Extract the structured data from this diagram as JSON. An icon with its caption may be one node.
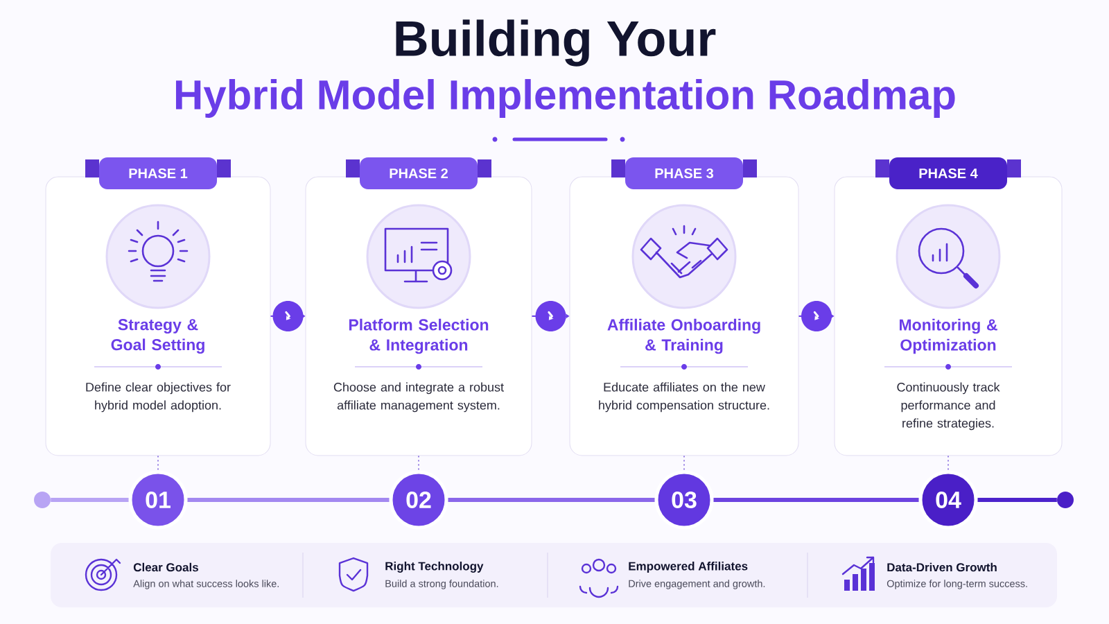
{
  "diagram": {
    "title": "Building Your",
    "nodes": [
      {
        "text": [
          "PHASE 1",
          "Strategy & Goal Setting",
          "Define clear objectives for hybrid model adoption."
        ]
      },
      {
        "text": [
          "PHASE 2",
          "Platform Selection & Integration",
          "Choose and integrate a robust affiliate management system."
        ]
      },
      {
        "text": [
          "PHASE 3",
          "Affiliate Onboarding & Training",
          "Educate affiliates on the new hybrid compensation structure."
        ]
      },
      {
        "text": [
          "PHASE 4",
          "Monitoring & Optimization",
          "Continuously track performance and refine strategies."
        ]
      },
      {
        "text": [],
        "shape": "circle"
      },
      {
        "text": [
          "01"
        ]
      },
      {
        "text": [
          "02"
        ]
      },
      {
        "text": [
          "03"
        ]
      },
      {
        "text": [
          "04"
        ]
      },
      {
        "text": [],
        "shape": "circle"
      }
    ],
    "edges": [
      {
        "from": 0,
        "to": 1,
        "arrow": "to"
      },
      {
        "from": 1,
        "to": 2,
        "arrow": "to"
      },
      {
        "from": 2,
        "to": 3,
        "arrow": "to"
      },
      {
        "from": 4,
        "to": 5,
        "arrow": "none",
        "style": "thick",
        "color": "#b8a4f4"
      },
      {
        "from": 5,
        "to": 6,
        "arrow": "none",
        "style": "thick",
        "color": "#a388f0"
      },
      {
        "from": 6,
        "to": 7,
        "arrow": "none",
        "style": "thick",
        "color": "#8a66ea"
      },
      {
        "from": 7,
        "to": 8,
        "arrow": "none",
        "style": "thick",
        "color": "#6c42e0"
      },
      {
        "from": 8,
        "to": 9,
        "arrow": "none",
        "style": "thick",
        "color": "#4c22cc"
      },
      {
        "from": 0,
        "to": 5,
        "arrow": "none",
        "style": "dashed"
      },
      {
        "from": 1,
        "to": 6,
        "arrow": "none",
        "style": "dashed"
      },
      {
        "from": 2,
        "to": 7,
        "arrow": "none",
        "style": "dashed"
      },
      {
        "from": 3,
        "to": 8,
        "arrow": "none",
        "style": "dashed"
      }
    ],
    "labels": [
      "Hybrid Model Implementation Roadmap",
      "Clear Goals",
      "Align on what success looks like.",
      "Right Technology",
      "Build a strong foundation.",
      "Empowered Affiliates",
      "Drive engagement and growth.",
      "Data-Driven Growth",
      "Optimize for long-term success."
    ]
  }
}
